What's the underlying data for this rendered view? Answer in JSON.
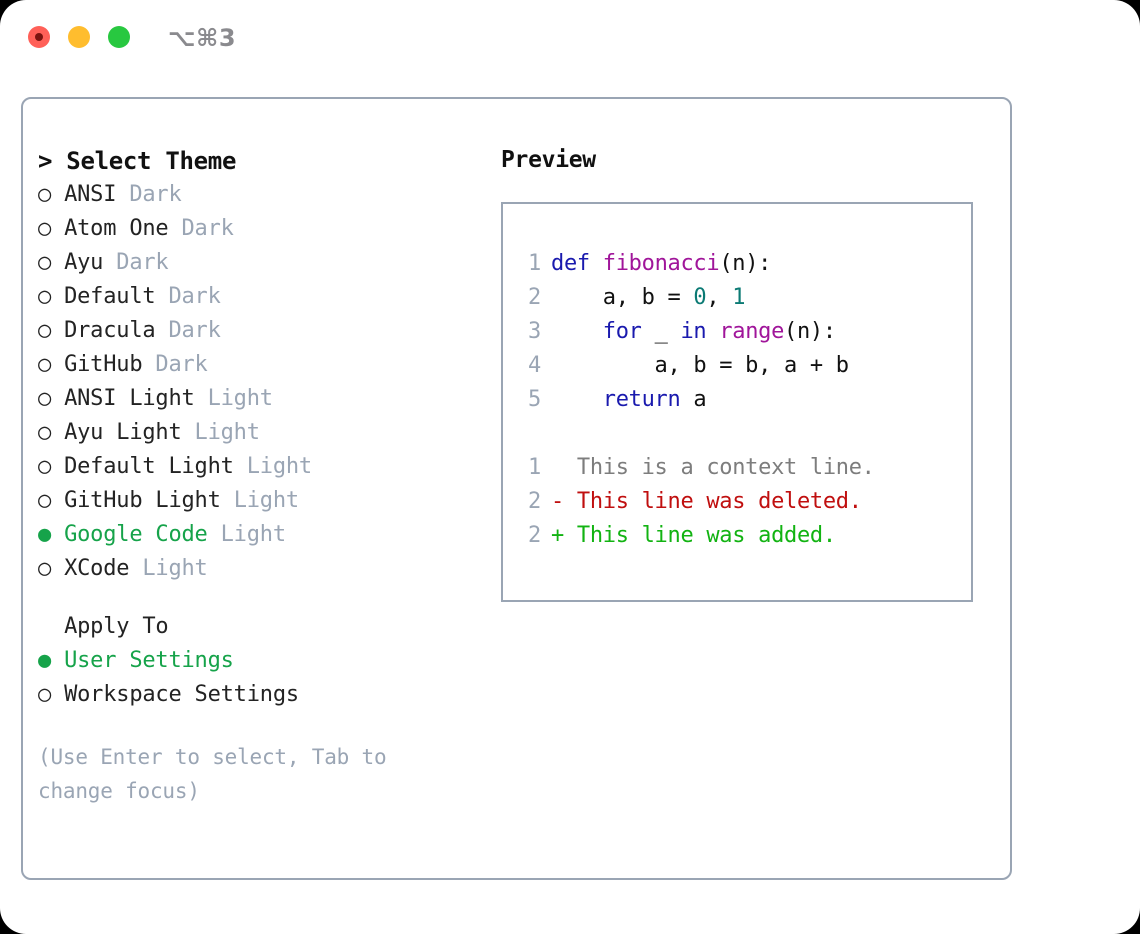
{
  "titlebar": {
    "shortcut": "⌥⌘3",
    "buttons": [
      {
        "name": "close",
        "color": "#ff6058"
      },
      {
        "name": "minimize",
        "color": "#ffbd2e"
      },
      {
        "name": "zoom",
        "color": "#28c840"
      }
    ]
  },
  "theme_picker": {
    "title": "> Select Theme",
    "selected_marker": "●",
    "unselected_marker": "○",
    "accent_color": "#16a34a",
    "muted_color": "#9aa5b4",
    "options": [
      {
        "marker": "○",
        "label": "ANSI",
        "tag": "Dark",
        "selected": false
      },
      {
        "marker": "○",
        "label": "Atom One",
        "tag": "Dark",
        "selected": false
      },
      {
        "marker": "○",
        "label": "Ayu",
        "tag": "Dark",
        "selected": false
      },
      {
        "marker": "○",
        "label": "Default",
        "tag": "Dark",
        "selected": false
      },
      {
        "marker": "○",
        "label": "Dracula",
        "tag": "Dark",
        "selected": false
      },
      {
        "marker": "○",
        "label": "GitHub",
        "tag": "Dark",
        "selected": false
      },
      {
        "marker": "○",
        "label": "ANSI Light",
        "tag": "Light",
        "selected": false
      },
      {
        "marker": "○",
        "label": "Ayu Light",
        "tag": "Light",
        "selected": false
      },
      {
        "marker": "○",
        "label": "Default Light",
        "tag": "Light",
        "selected": false
      },
      {
        "marker": "○",
        "label": "GitHub Light",
        "tag": "Light",
        "selected": false
      },
      {
        "marker": "●",
        "label": "Google Code",
        "tag": "Light",
        "selected": true
      },
      {
        "marker": "○",
        "label": "XCode",
        "tag": "Light",
        "selected": false
      }
    ]
  },
  "apply_to": {
    "title": "Apply To",
    "options": [
      {
        "marker": "●",
        "label": "User Settings",
        "selected": true
      },
      {
        "marker": "○",
        "label": "Workspace Settings",
        "selected": false
      }
    ]
  },
  "hint": "(Use Enter to select, Tab to change focus)",
  "preview": {
    "title": "Preview",
    "code_lines": [
      {
        "no": "1",
        "tokens": [
          {
            "t": "def",
            "c": "kw"
          },
          {
            "t": " ",
            "c": "pln"
          },
          {
            "t": "fibonacci",
            "c": "fn"
          },
          {
            "t": "(n):",
            "c": "pln"
          }
        ]
      },
      {
        "no": "2",
        "tokens": [
          {
            "t": "    a, b = ",
            "c": "pln"
          },
          {
            "t": "0",
            "c": "num"
          },
          {
            "t": ", ",
            "c": "pln"
          },
          {
            "t": "1",
            "c": "num"
          }
        ]
      },
      {
        "no": "3",
        "tokens": [
          {
            "t": "    ",
            "c": "pln"
          },
          {
            "t": "for",
            "c": "kw"
          },
          {
            "t": " _ ",
            "c": "pln"
          },
          {
            "t": "in",
            "c": "kw"
          },
          {
            "t": " ",
            "c": "pln"
          },
          {
            "t": "range",
            "c": "fn"
          },
          {
            "t": "(n):",
            "c": "pln"
          }
        ]
      },
      {
        "no": "4",
        "tokens": [
          {
            "t": "        a, b = b, a + b",
            "c": "pln"
          }
        ]
      },
      {
        "no": "5",
        "tokens": [
          {
            "t": "    ",
            "c": "pln"
          },
          {
            "t": "return",
            "c": "kw"
          },
          {
            "t": " a",
            "c": "pln"
          }
        ]
      }
    ],
    "diff_lines": [
      {
        "no": "1",
        "text": "  This is a context line.",
        "kind": "diff-ctx"
      },
      {
        "no": "2",
        "text": "- This line was deleted.",
        "kind": "diff-del"
      },
      {
        "no": "2",
        "text": "+ This line was added.",
        "kind": "diff-add"
      }
    ]
  }
}
